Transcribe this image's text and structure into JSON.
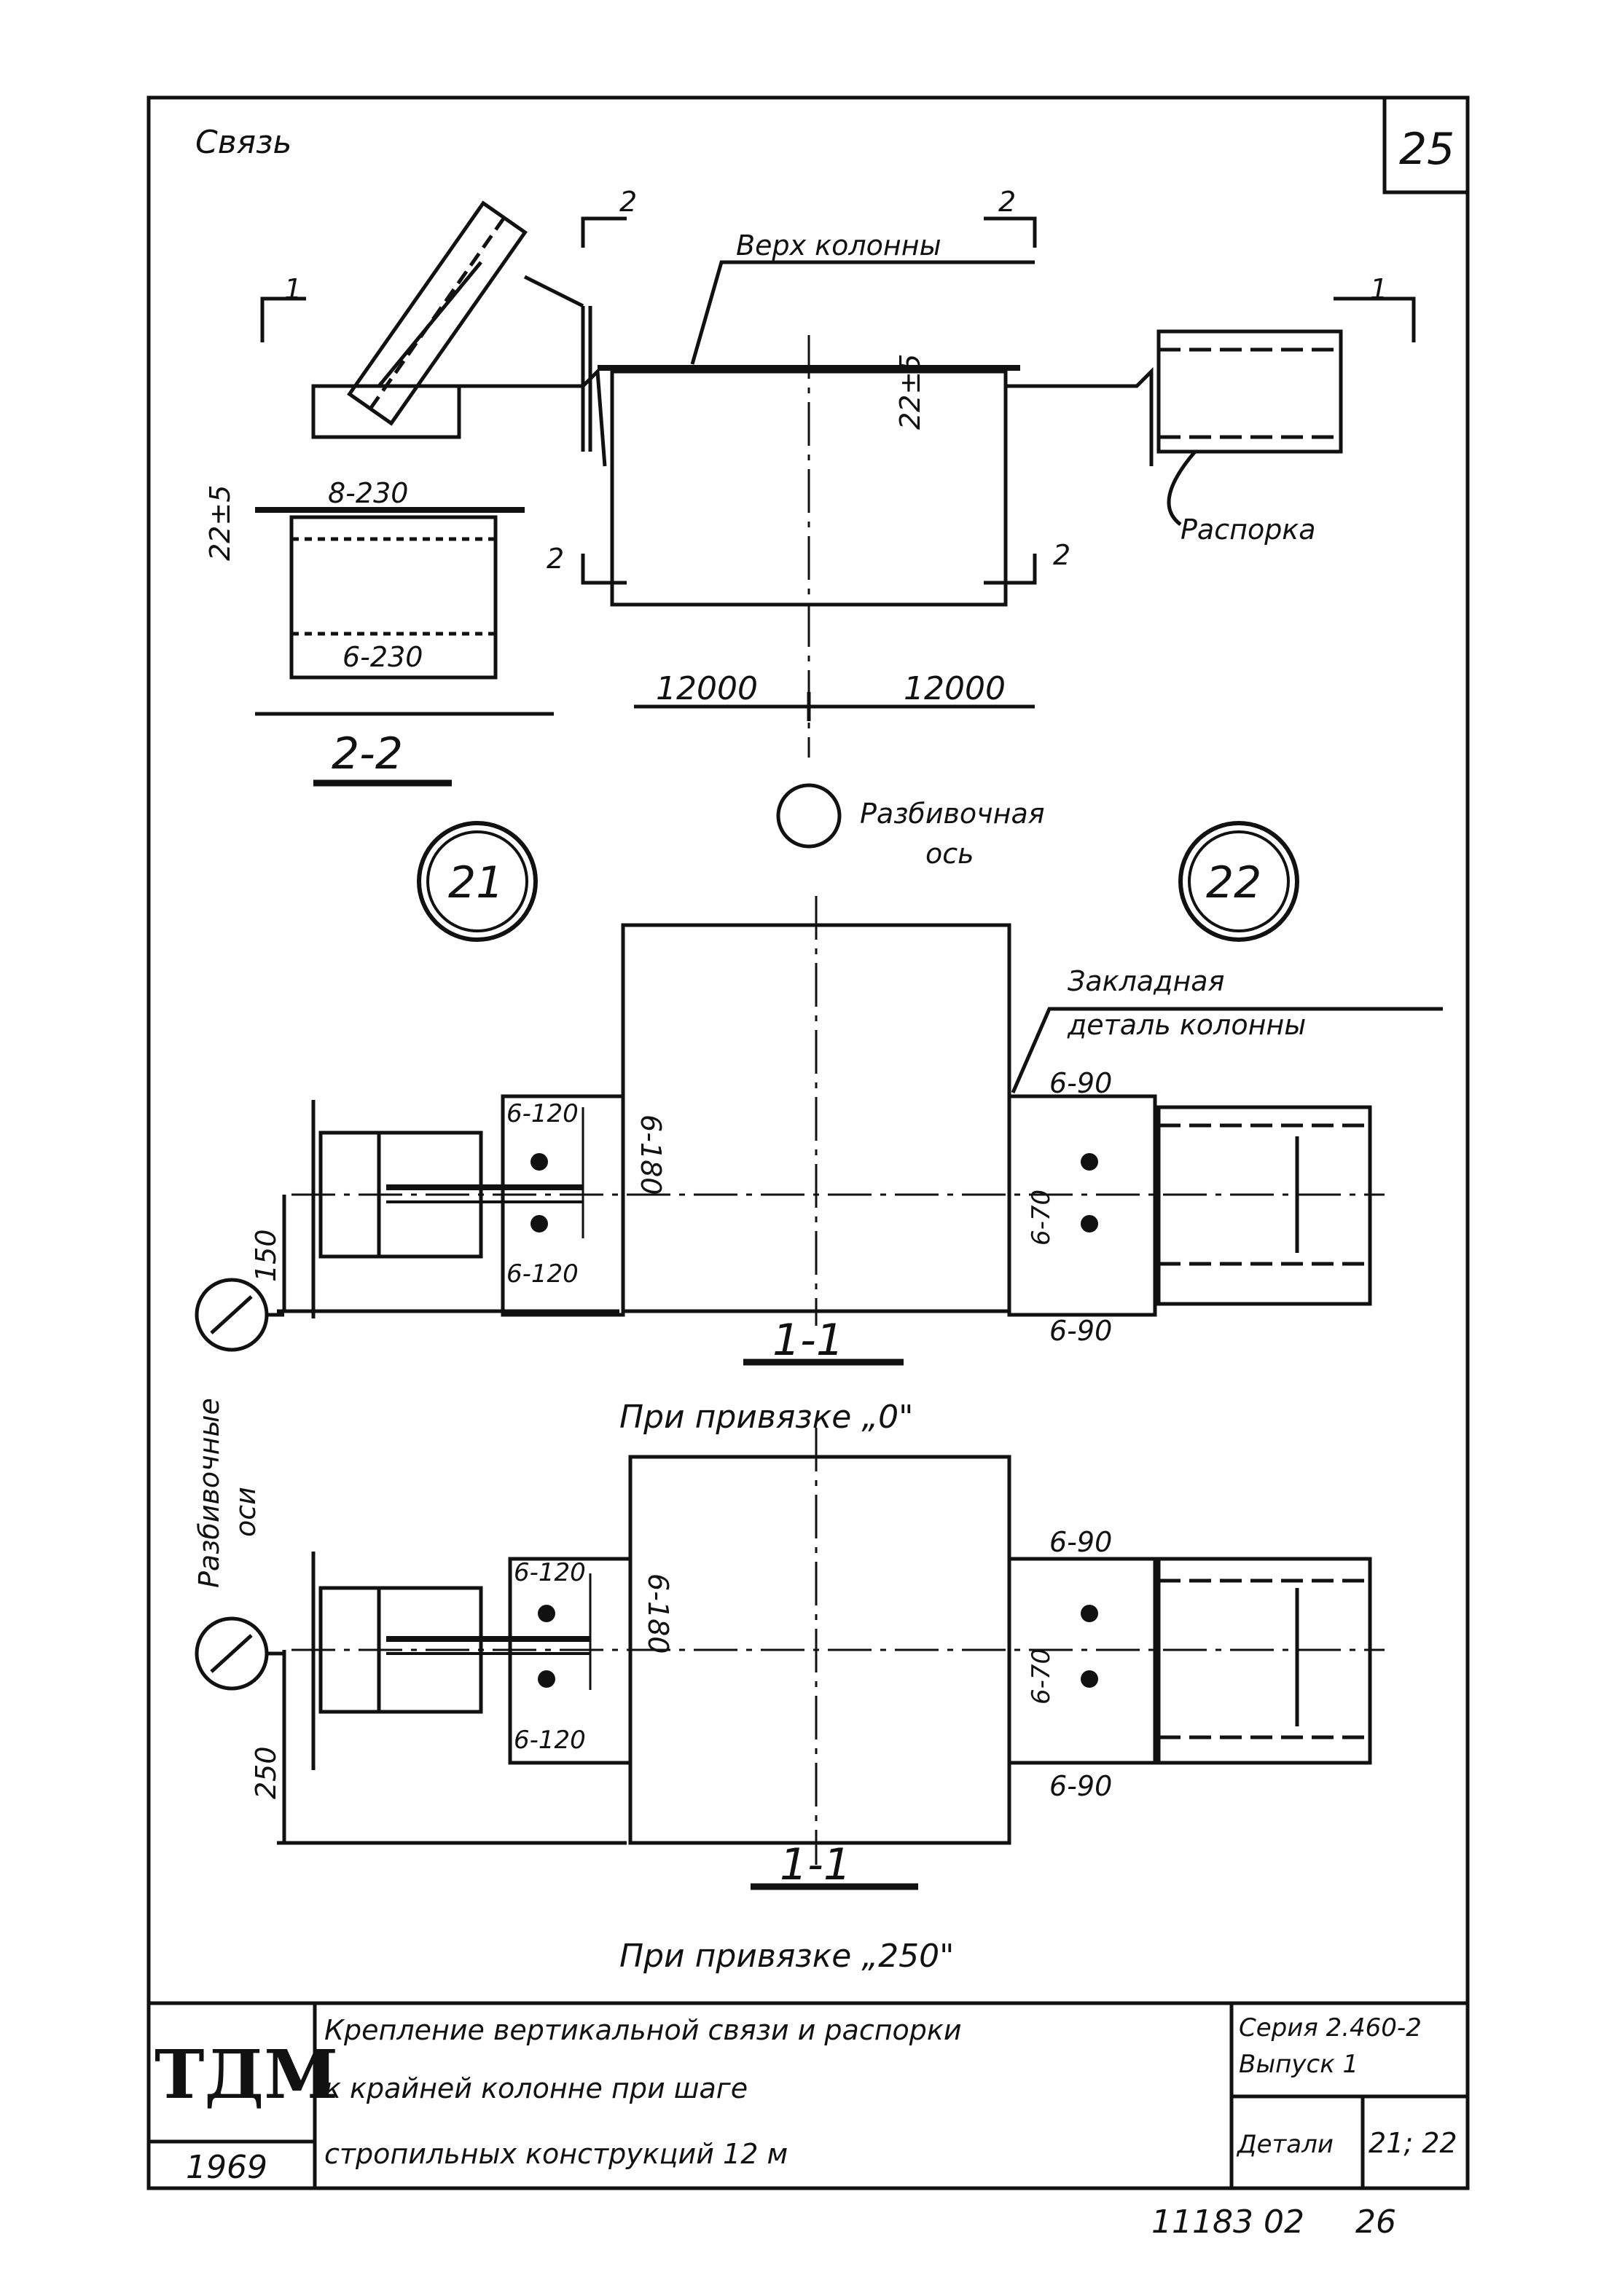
{
  "sheet": {
    "page_number": "25",
    "footer_code": "11183 02",
    "footer_page": "26"
  },
  "labels": {
    "svyaz": "Связь",
    "verkh_kolonny": "Верх колонны",
    "rasporka": "Распорка",
    "section_2": "2",
    "section_1": "1",
    "dim_22": "22±5",
    "weld_8_230": "8-230",
    "weld_6_230": "6-230",
    "dim_12000_left": "12000",
    "dim_12000_right": "12000",
    "section_2_2": "2-2",
    "razbivochnaya_os_1": "Разбивочная",
    "razbivochnaya_os_2": "ось",
    "detail_21": "21",
    "detail_22": "22",
    "zakladnaya_1": "Закладная",
    "zakladnaya_2": "деталь колонны",
    "weld_6_120": "6-120",
    "weld_6_180": "6-180",
    "weld_6_90": "6-90",
    "weld_6_70": "6-70",
    "dim_150": "150",
    "dim_250": "250",
    "section_1_1": "1-1",
    "caption_0": "При привязке „0\"",
    "caption_250": "При привязке „250\"",
    "razbivochnye_osi_1": "Разбивочные",
    "razbivochnye_osi_2": "оси"
  },
  "title_block": {
    "logo": "ТДМ",
    "year": "1969",
    "title_line1": "Крепление вертикальной связи и распорки",
    "title_line2": "к крайней колонне при шаге",
    "title_line3": "стропильных конструкций 12 м",
    "series": "Серия 2.460-2",
    "issue": "Выпуск 1",
    "details_label": "Детали",
    "details_value": "21; 22"
  }
}
